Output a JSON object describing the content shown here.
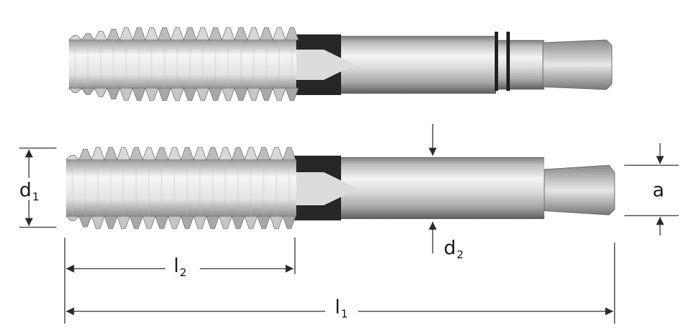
{
  "labels": {
    "d1": {
      "main": "d",
      "sub": "1"
    },
    "d2": {
      "main": "d",
      "sub": "2"
    },
    "a": "a",
    "l1": {
      "main": "l",
      "sub": "1"
    },
    "l2": {
      "main": "l",
      "sub": "2"
    }
  },
  "colors": {
    "steel_light": "#f2f2f2",
    "steel_mid": "#c9c9c9",
    "steel_dark": "#6e6e6e",
    "collar_dark": "#1e1e1e",
    "dimension_line": "#2a2a2a"
  },
  "icons": [
    "hand-tap-taper",
    "hand-tap-plug",
    "dimension-arrow"
  ]
}
